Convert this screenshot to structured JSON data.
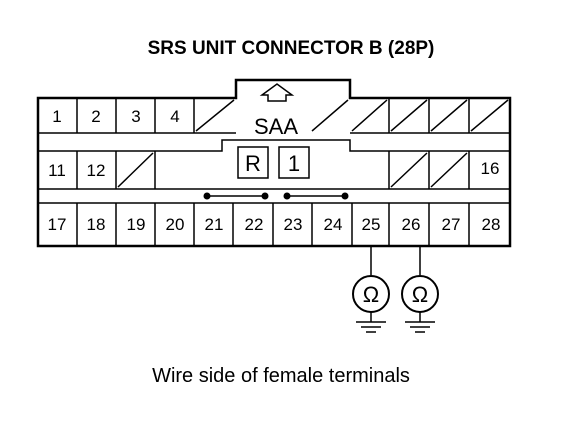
{
  "title": "SRS UNIT CONNECTOR B (28P)",
  "caption": "Wire side of female terminals",
  "lock_label": "SAA",
  "key_labels": [
    "R",
    "1"
  ],
  "pins": {
    "p1": "1",
    "p2": "2",
    "p3": "3",
    "p4": "4",
    "p11": "11",
    "p12": "12",
    "p16": "16",
    "p17": "17",
    "p18": "18",
    "p19": "19",
    "p20": "20",
    "p21": "21",
    "p22": "22",
    "p23": "23",
    "p24": "24",
    "p25": "25",
    "p26": "26",
    "p27": "27",
    "p28": "28"
  },
  "meters": [
    {
      "pin": "25",
      "symbol": "Ω"
    },
    {
      "pin": "26",
      "symbol": "Ω"
    }
  ],
  "shorting_bars": [
    [
      "21",
      "22"
    ],
    [
      "23",
      "24"
    ]
  ]
}
